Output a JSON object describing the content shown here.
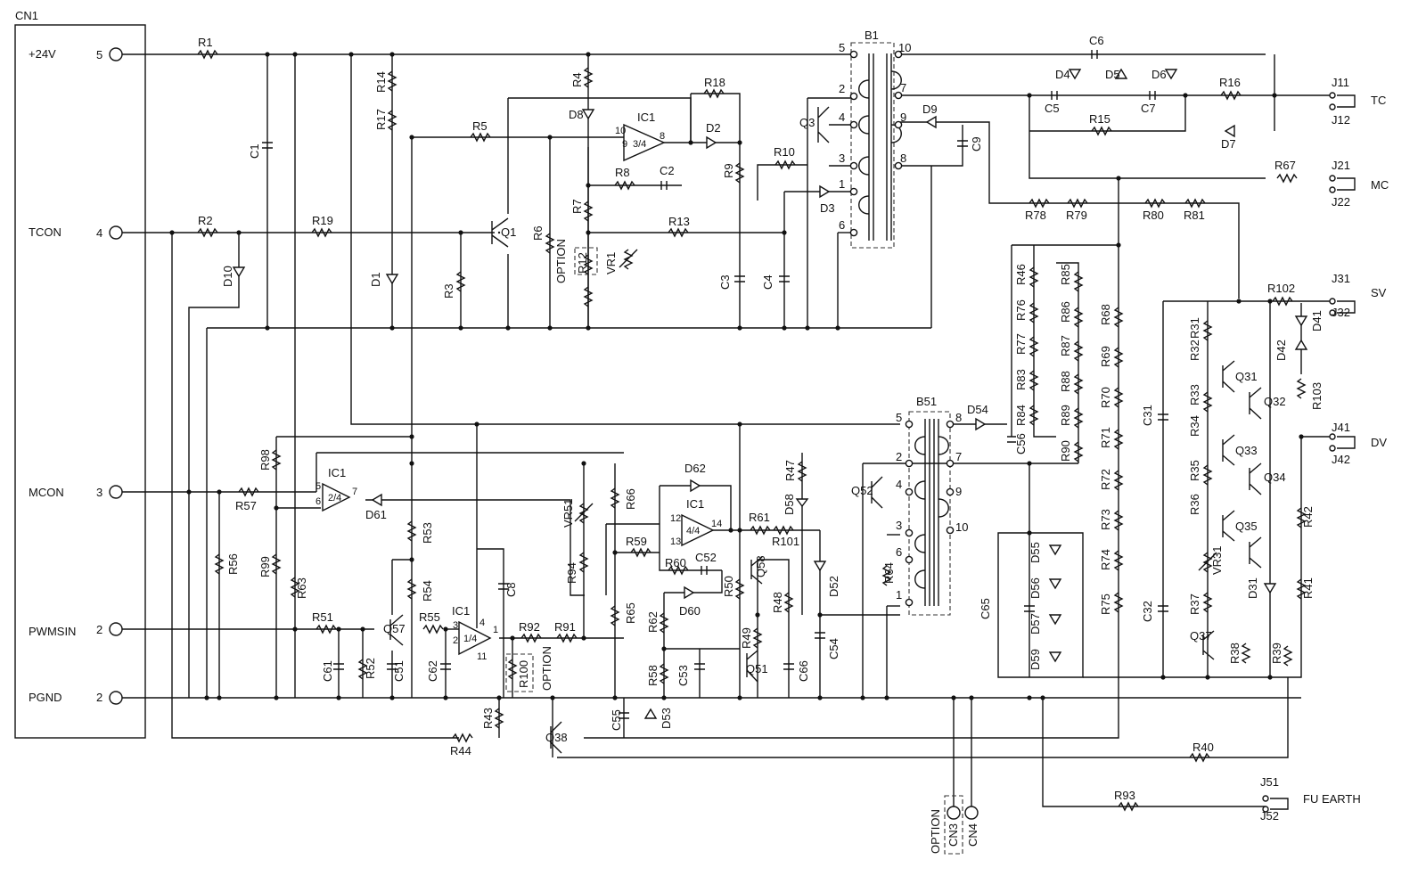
{
  "connector_main": {
    "name": "CN1",
    "pins": [
      {
        "signal": "+24V",
        "pin": "5"
      },
      {
        "signal": "TCON",
        "pin": "4"
      },
      {
        "signal": "MCON",
        "pin": "3"
      },
      {
        "signal": "PWMSIN",
        "pin": "2"
      },
      {
        "signal": "PGND",
        "pin": "2"
      }
    ]
  },
  "transformers": [
    "B1",
    "B51"
  ],
  "b1_pins": [
    "5",
    "2",
    "4",
    "3",
    "1",
    "6",
    "10",
    "7",
    "9",
    "8"
  ],
  "b51_pins": [
    "5",
    "2",
    "4",
    "3",
    "6",
    "1",
    "8",
    "7",
    "9",
    "10"
  ],
  "resistors": [
    "R1",
    "R2",
    "R3",
    "R4",
    "R5",
    "R6",
    "R7",
    "R8",
    "R9",
    "R10",
    "R12",
    "R13",
    "R14",
    "R15",
    "R16",
    "R17",
    "R18",
    "R19",
    "R31",
    "R32",
    "R33",
    "R34",
    "R35",
    "R36",
    "R37",
    "R38",
    "R39",
    "R40",
    "R41",
    "R42",
    "R43",
    "R44",
    "R46",
    "R47",
    "R48",
    "R49",
    "R50",
    "R51",
    "R52",
    "R53",
    "R54",
    "R55",
    "R56",
    "R57",
    "R58",
    "R59",
    "R60",
    "R61",
    "R62",
    "R63",
    "R64",
    "R65",
    "R66",
    "R67",
    "R68",
    "R69",
    "R70",
    "R71",
    "R72",
    "R73",
    "R74",
    "R75",
    "R76",
    "R77",
    "R78",
    "R79",
    "R80",
    "R81",
    "R83",
    "R84",
    "R85",
    "R86",
    "R87",
    "R88",
    "R89",
    "R90",
    "R91",
    "R92",
    "R93",
    "R94",
    "R98",
    "R99",
    "R100",
    "R101",
    "R102",
    "R103"
  ],
  "capacitors": [
    "C1",
    "C2",
    "C3",
    "C4",
    "C5",
    "C6",
    "C7",
    "C8",
    "C9",
    "C31",
    "C32",
    "C51",
    "C52",
    "C53",
    "C54",
    "C55",
    "C56",
    "C61",
    "C62",
    "C65",
    "C66"
  ],
  "diodes": [
    "D1",
    "D2",
    "D3",
    "D4",
    "D5",
    "D6",
    "D7",
    "D8",
    "D9",
    "D10",
    "D31",
    "D41",
    "D42",
    "D52",
    "D53",
    "D54",
    "D55",
    "D56",
    "D57",
    "D58",
    "D59",
    "D60",
    "D61",
    "D62"
  ],
  "transistors": [
    "Q1",
    "Q3",
    "Q31",
    "Q32",
    "Q33",
    "Q34",
    "Q35",
    "Q37",
    "Q38",
    "Q51",
    "Q52",
    "Q57",
    "Q58"
  ],
  "trimmers": [
    "VR1",
    "VR31",
    "VR51"
  ],
  "opamps": [
    {
      "ref": "IC1",
      "unit": "3/4"
    },
    {
      "ref": "IC1",
      "unit": "2/4"
    },
    {
      "ref": "IC1",
      "unit": "1/4"
    },
    {
      "ref": "IC1",
      "unit": "4/4"
    }
  ],
  "opamp_pins": {
    "u34": [
      "10",
      "9",
      "8"
    ],
    "u24": [
      "5",
      "6",
      "7"
    ],
    "u14": [
      "3",
      "2",
      "1",
      "4",
      "11"
    ],
    "u44": [
      "12",
      "13",
      "14"
    ]
  },
  "outputs": [
    {
      "name": "TC",
      "jacks": [
        "J11",
        "J12"
      ]
    },
    {
      "name": "MC",
      "jacks": [
        "J21",
        "J22"
      ]
    },
    {
      "name": "SV",
      "jacks": [
        "J31",
        "J32"
      ]
    },
    {
      "name": "DV",
      "jacks": [
        "J41",
        "J42"
      ]
    },
    {
      "name": "FU EARTH",
      "jacks": [
        "J51",
        "J52"
      ]
    }
  ],
  "aux_connectors": [
    "CN3",
    "CN4"
  ],
  "option_label": "OPTION"
}
